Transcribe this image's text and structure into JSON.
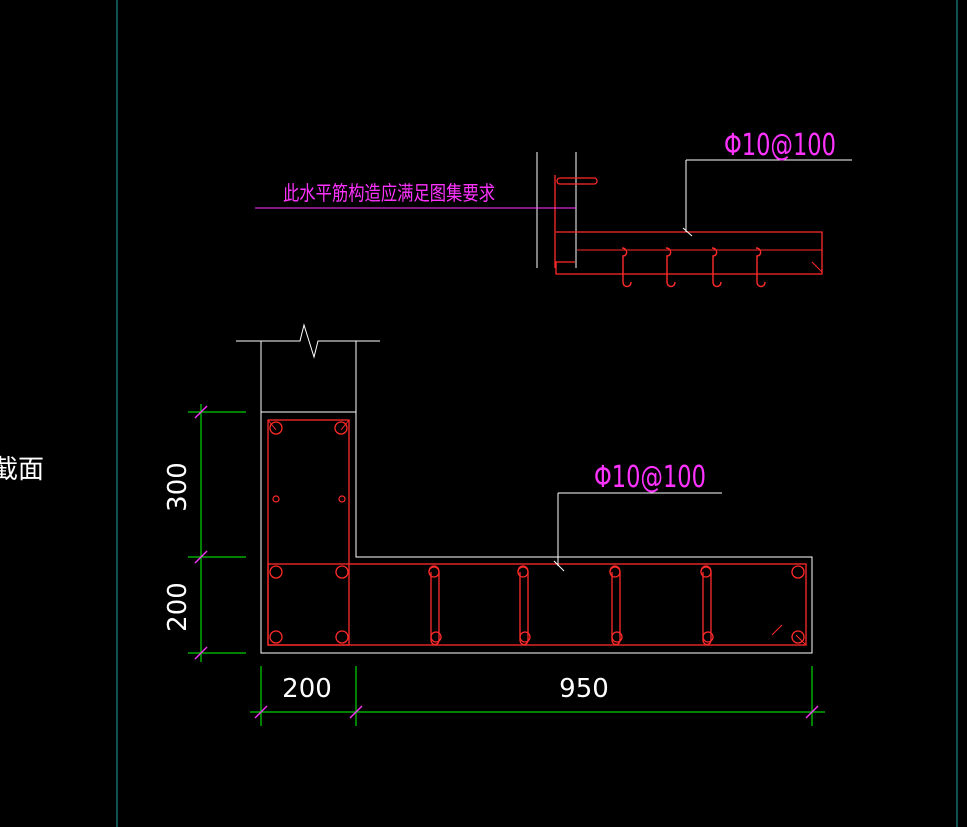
{
  "colors": {
    "background": "#000000",
    "outline": "#ffffff",
    "rebar": "#ff2a2a",
    "annotation": "#ff33ff",
    "dimension": "#00ff00",
    "frame": "#1f9f9f"
  },
  "side_label": "截面",
  "top_detail": {
    "note": "此水平筋构造应满足图集要求",
    "rebar_label": "Φ10@100"
  },
  "section": {
    "rebar_label": "Φ10@100",
    "dimensions": {
      "left_top": "300",
      "left_bottom": "200",
      "bottom_left": "200",
      "bottom_right": "950"
    }
  }
}
